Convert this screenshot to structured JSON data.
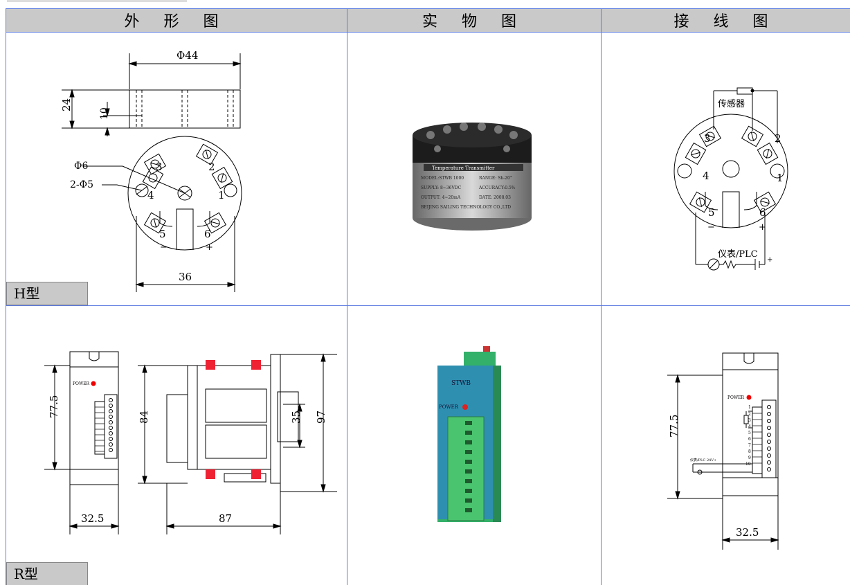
{
  "headers": {
    "outline": "外 形 图",
    "photo": "实 物 图",
    "wiring": "接 线 图"
  },
  "row1": {
    "type_label": "H型",
    "dims": {
      "top_diameter": "Φ44",
      "height": "24",
      "flange": "10",
      "hole": "Φ6",
      "two_holes": "2-Φ5",
      "bottom": "36"
    },
    "terminals": [
      "3",
      "2",
      "4",
      "1",
      "5",
      "6"
    ],
    "signs": {
      "minus": "−",
      "plus": "+"
    },
    "photo_text": {
      "title": "Temperature Transmitter",
      "model": "MODEL:STWB 1000",
      "range": "RANGE: Sh-20°",
      "supply": "SUPPLY: 8~36VDC",
      "accuracy": "ACCURACY:0.5%",
      "output": "OUTPUT: 4~20mA",
      "date": "DATE: 2008.03",
      "company": "BEIJING SAILING TECHNOLOGY CO.,LTD"
    },
    "wiring": {
      "sensor": "传感器",
      "meter": "仪表/PLC"
    }
  },
  "row2": {
    "type_label": "R型",
    "dims": {
      "height": "77.5",
      "width": "32.5",
      "side_height": "84",
      "depth": "87",
      "rail": "35",
      "total": "97"
    },
    "power": "POWER",
    "terminal_numbers": [
      "1",
      "2",
      "3",
      "4",
      "5",
      "6",
      "7",
      "8",
      "9",
      "10"
    ],
    "photo_label": "STWB",
    "wiring": {
      "height": "77.5",
      "width": "32.5",
      "meter": "仪表/PLC",
      "v": "24V+"
    }
  }
}
